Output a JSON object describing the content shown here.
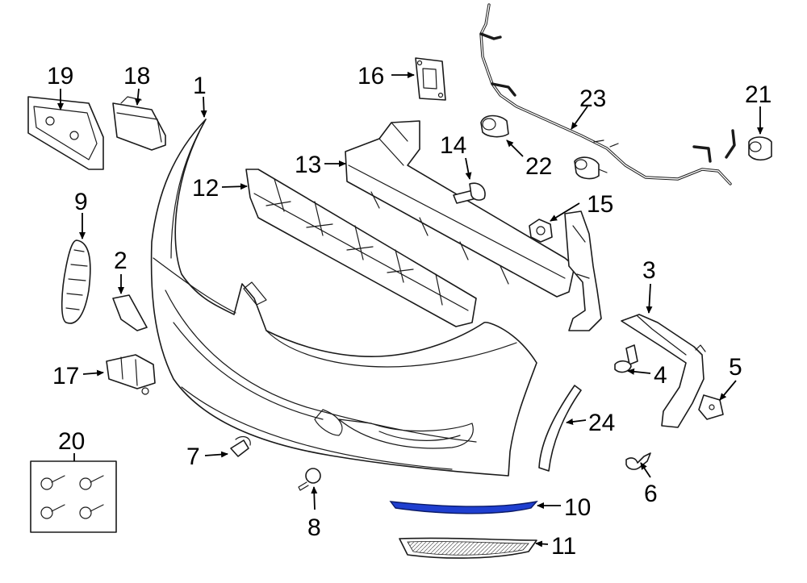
{
  "callouts": {
    "c1": "1",
    "c2": "2",
    "c3": "3",
    "c4": "4",
    "c5": "5",
    "c6": "6",
    "c7": "7",
    "c8": "8",
    "c9": "9",
    "c10": "10",
    "c11": "11",
    "c12": "12",
    "c13": "13",
    "c14": "14",
    "c15": "15",
    "c16": "16",
    "c17": "17",
    "c18": "18",
    "c19": "19",
    "c20": "20",
    "c21": "21",
    "c22": "22",
    "c23": "23",
    "c24": "24"
  },
  "colors": {
    "highlight": "#1f3fd0",
    "line": "#1a1a1a",
    "background": "#ffffff"
  },
  "highlighted_part": "10"
}
